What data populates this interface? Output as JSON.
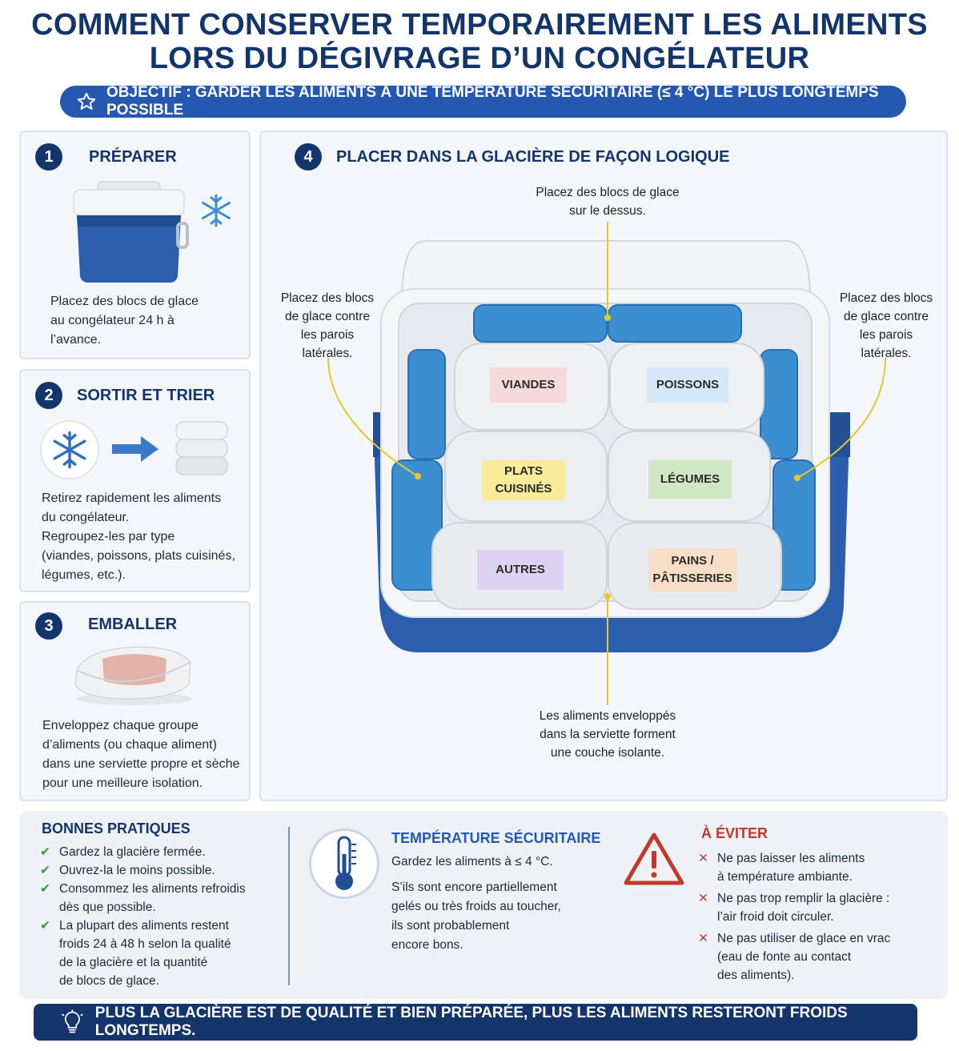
{
  "title": {
    "line1": "COMMENT CONSERVER TEMPORAIREMENT LES ALIMENTS",
    "line2": "LORS DU DÉGIVRAGE D’UN CONGÉLATEUR"
  },
  "objective": "OBJECTIF : GARDER LES ALIMENTS À UNE TEMPÉRATURE SÉCURITAIRE (≤ 4 °C) LE PLUS LONGTEMPS POSSIBLE",
  "steps": [
    {
      "number": "1",
      "title": "PRÉPARER",
      "text": [
        "Placez des blocs de glace",
        "au congélateur 24 h à",
        "l’avance."
      ]
    },
    {
      "number": "2",
      "title": "SORTIR ET TRIER",
      "text": [
        "Retirez rapidement les aliments",
        "du congélateur.",
        "Regroupez-les par type",
        "(viandes, poissons, plats cuisinés,",
        "légumes, etc.)."
      ]
    },
    {
      "number": "3",
      "title": "EMBALLER",
      "text": [
        "Enveloppez chaque groupe",
        "d’aliments (ou chaque aliment)",
        "dans une serviette propre et sèche",
        "pour une meilleure isolation."
      ]
    }
  ],
  "step4": {
    "number": "4",
    "title": "PLACER DANS LA GLACIÈRE DE FAÇON LOGIQUE",
    "callout_top": [
      "Placez des blocs de glace",
      "sur le dessus."
    ],
    "callout_left": [
      "Placez des blocs",
      "de glace contre",
      "les parois",
      "latérales."
    ],
    "callout_right": [
      "Placez des blocs",
      "de glace contre",
      "les parois",
      "latérales."
    ],
    "callout_bottom": [
      "Les aliments enveloppés",
      "dans la serviette forment",
      "une couche isolante."
    ],
    "labels": [
      {
        "text": [
          "VIANDES"
        ],
        "color": "#f6d9d9"
      },
      {
        "text": [
          "POISSONS"
        ],
        "color": "#d5e8f7"
      },
      {
        "text": [
          "PLATS",
          "CUISINÉS"
        ],
        "color": "#f8ec9b"
      },
      {
        "text": [
          "LÉGUMES"
        ],
        "color": "#cfe8c4"
      },
      {
        "text": [
          "AUTRES"
        ],
        "color": "#ddd3f0"
      },
      {
        "text": [
          "PAINS /",
          "PÂTISSERIES"
        ],
        "color": "#f6dfc6"
      }
    ]
  },
  "good_practices": {
    "title": "BONNES PRATIQUES",
    "items": [
      [
        "Gardez la glacière fermée."
      ],
      [
        "Ouvrez-la le moins possible."
      ],
      [
        "Consommez les aliments refroidis",
        "dès que possible."
      ],
      [
        "La plupart des aliments restent",
        "froids 24 à 48 h selon la qualité",
        "de la glacière et la quantité",
        "de blocs de glace."
      ]
    ]
  },
  "temperature": {
    "title": "TEMPÉRATURE SÉCURITAIRE",
    "line1": "Gardez les aliments à ≤ 4 °C.",
    "para": [
      "S’ils sont encore partiellement",
      "gelés ou très froids au toucher,",
      "ils sont probablement",
      "encore bons."
    ]
  },
  "avoid": {
    "title": "À ÉVITER",
    "items": [
      [
        "Ne pas laisser les aliments",
        "à température ambiante."
      ],
      [
        "Ne pas trop remplir la glacière :",
        "l’air froid doit circuler."
      ],
      [
        "Ne pas utiliser de glace en vrac",
        "(eau de fonte au contact",
        "des aliments)."
      ]
    ]
  },
  "footer": "PLUS LA GLACIÈRE EST DE QUALITÉ ET BIEN PRÉPARÉE, PLUS LES ALIMENTS RESTERONT FROIDS LONGTEMPS.",
  "colors": {
    "navy": "#13356b",
    "accent_blue": "#2558b0",
    "cooler_blue": "#2b5fad",
    "ice_blue": "#3b8fd0",
    "check_green": "#3b9a3b",
    "avoid_red": "#c0392b",
    "leader_yellow": "#e6c829"
  },
  "icons": [
    "star-icon",
    "snowflake-icon",
    "arrow-right-icon",
    "folded-towels-icon",
    "wrapped-food-icon",
    "cooler-icon",
    "thermometer-icon",
    "warning-icon",
    "check-icon",
    "cross-icon",
    "lightbulb-icon"
  ]
}
